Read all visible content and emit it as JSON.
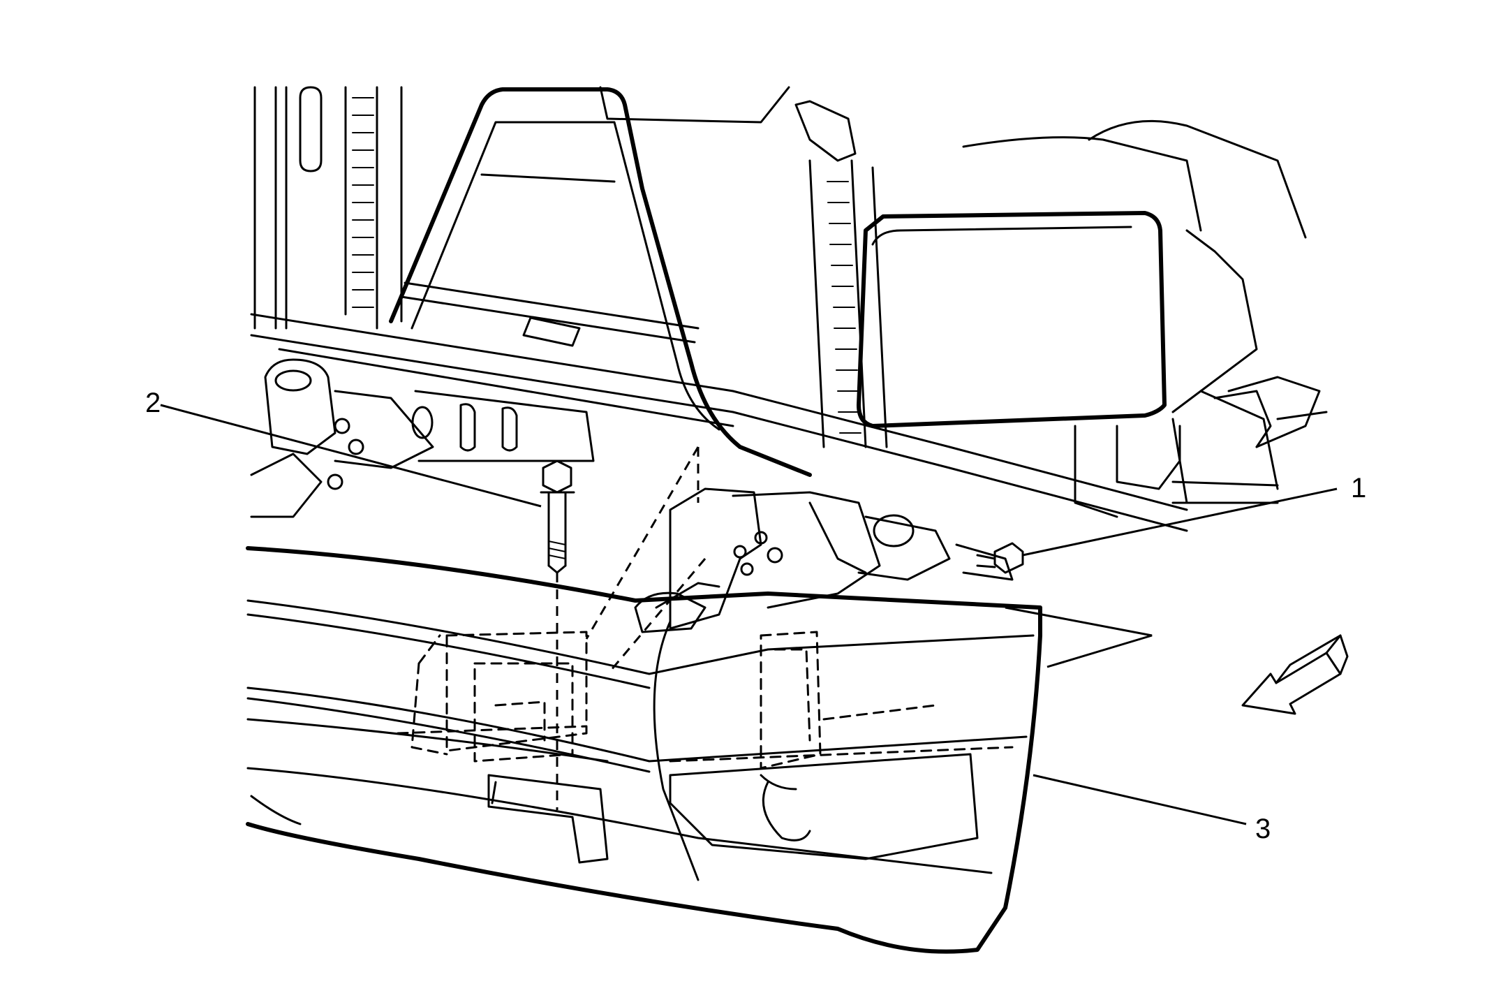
{
  "callouts": [
    {
      "id": "1",
      "label": "1"
    },
    {
      "id": "2",
      "label": "2"
    },
    {
      "id": "3",
      "label": "3"
    }
  ],
  "icons": {
    "view_arrow": "direction-arrow-icon"
  },
  "colors": {
    "line": "#000000",
    "background": "#ffffff"
  }
}
